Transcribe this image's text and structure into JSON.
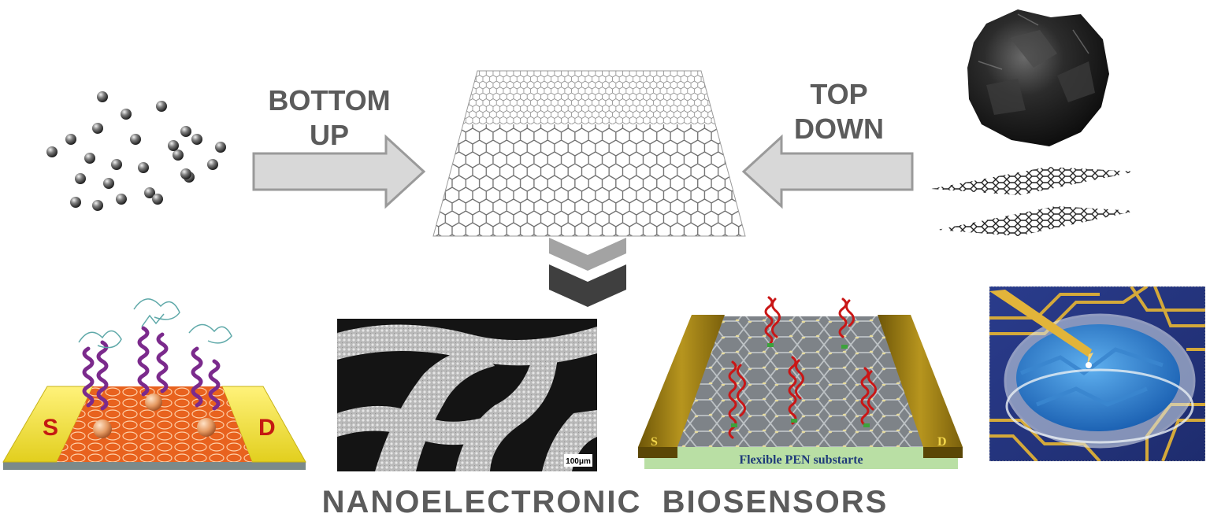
{
  "arrows": {
    "bottom_up": {
      "line1": "BOTTOM",
      "line2": "UP"
    },
    "top_down": {
      "line1": "TOP",
      "line2": "DOWN"
    }
  },
  "panels": {
    "fet_left": {
      "source_label": "S",
      "drain_label": "D"
    },
    "sem": {
      "scale_bar": "100μm"
    },
    "fet_right": {
      "source_label": "S",
      "drain_label": "D",
      "substrate_label": "Flexible PEN substarte"
    }
  },
  "footer": {
    "title": "NANOELECTRONIC  BIOSENSORS"
  },
  "colors": {
    "label_gray": "#5b5b5b",
    "arrow_fill": "#d8d8d8",
    "arrow_stroke": "#9a9a9a",
    "electrode_yellow": "#f4e64a",
    "graphene_orange": "#e8621e",
    "gold_electrode": "#9a7b14",
    "substrate_green": "#b9dfa4",
    "droplet_blue": "#2f7fd0"
  }
}
